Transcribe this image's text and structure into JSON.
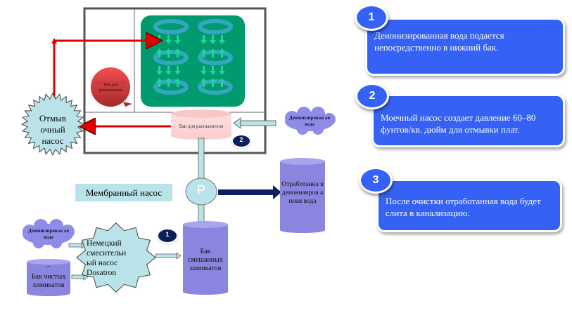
{
  "callouts": [
    {
      "number": "1",
      "text": "Деионизированная вода подается непосредственно в нижний бак."
    },
    {
      "number": "2",
      "text": "Моечный насос создает давление 60–80 фунтов/кв. дюйм для отмывки плат."
    },
    {
      "number": "3",
      "text": "После очистки отработанная вода будет слита в канализацию."
    }
  ],
  "diagram": {
    "wash_pump": [
      "Отмыв",
      "очный",
      "насос"
    ],
    "sprayer_tank_top": "Бак для распылителя",
    "sprayer_tank_bottom": "Бак для распылителя",
    "deionized_water_top": "Деионизирован ая вода",
    "deionized_water_left": "Деионизирован ая вода",
    "step_marker_2": "2",
    "step_marker_1": "1",
    "membrane_pump_label": "Мембранный насос",
    "pump_symbol": "P",
    "waste_water_tank": "Отработанна я деионизиров анная вода",
    "mixer_pump": [
      "Немецкий",
      "смесительн",
      "ый насос",
      "Dosatron"
    ],
    "mixed_chem_tank": "Бак смешанных химикатов",
    "pure_chem_tank": "Бак чистых химикатов",
    "pure_chem_tank_dash": "–"
  },
  "colors": {
    "callout_blue": "#3562f5",
    "chamber_green": "#009a6e",
    "pipe_red": "#e00000",
    "pipe_light": "#b9e3e8",
    "tank_purple": "#8a86e0",
    "marker_navy": "#0b1f5c"
  }
}
